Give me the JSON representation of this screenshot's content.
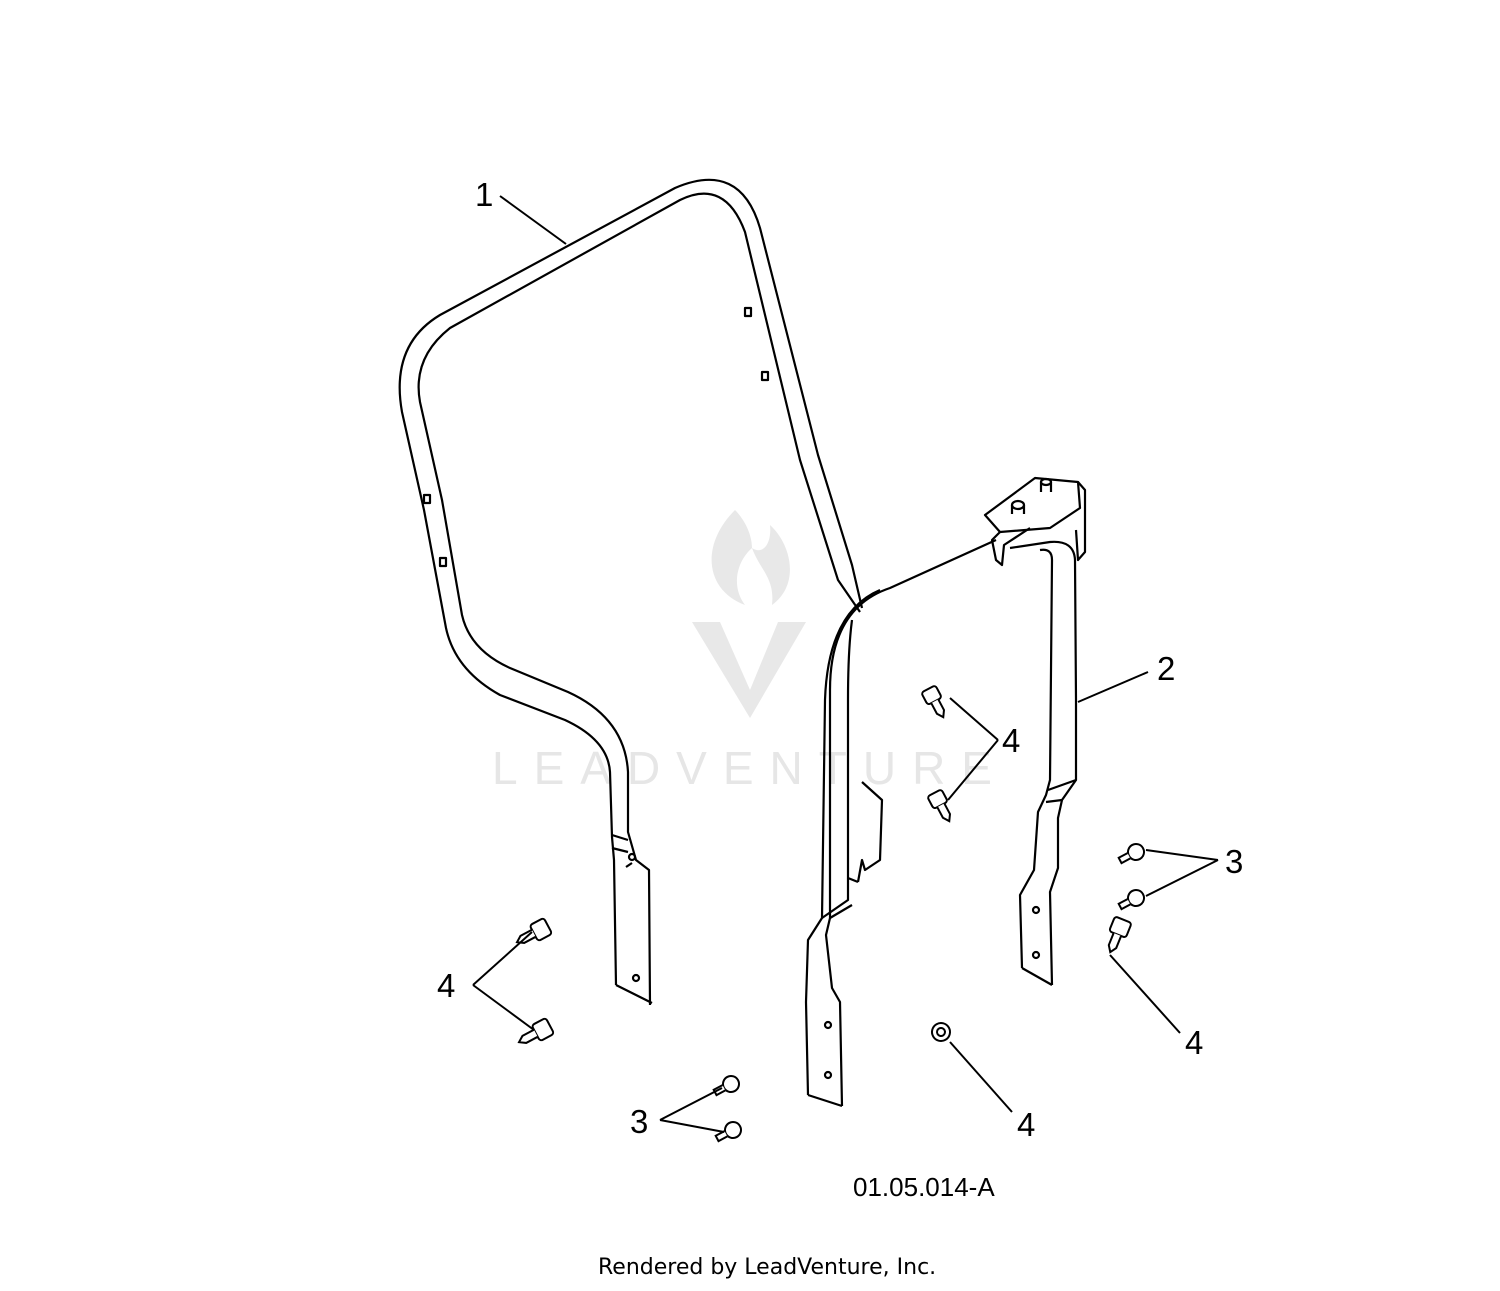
{
  "callouts": {
    "frame": "1",
    "bracket": "2",
    "screw_right": "3",
    "screw_bottom": "3",
    "bolt_center": "4",
    "bolt_left": "4",
    "bolt_right": "4",
    "bolt_bottom": "4"
  },
  "drawing_code": "01.05.014-A",
  "credit": "Rendered by LeadVenture, Inc.",
  "watermark": {
    "text": "LEADVENTURE"
  },
  "colors": {
    "line": "#000000",
    "watermark": "#e6e6e6",
    "background": "#ffffff"
  }
}
